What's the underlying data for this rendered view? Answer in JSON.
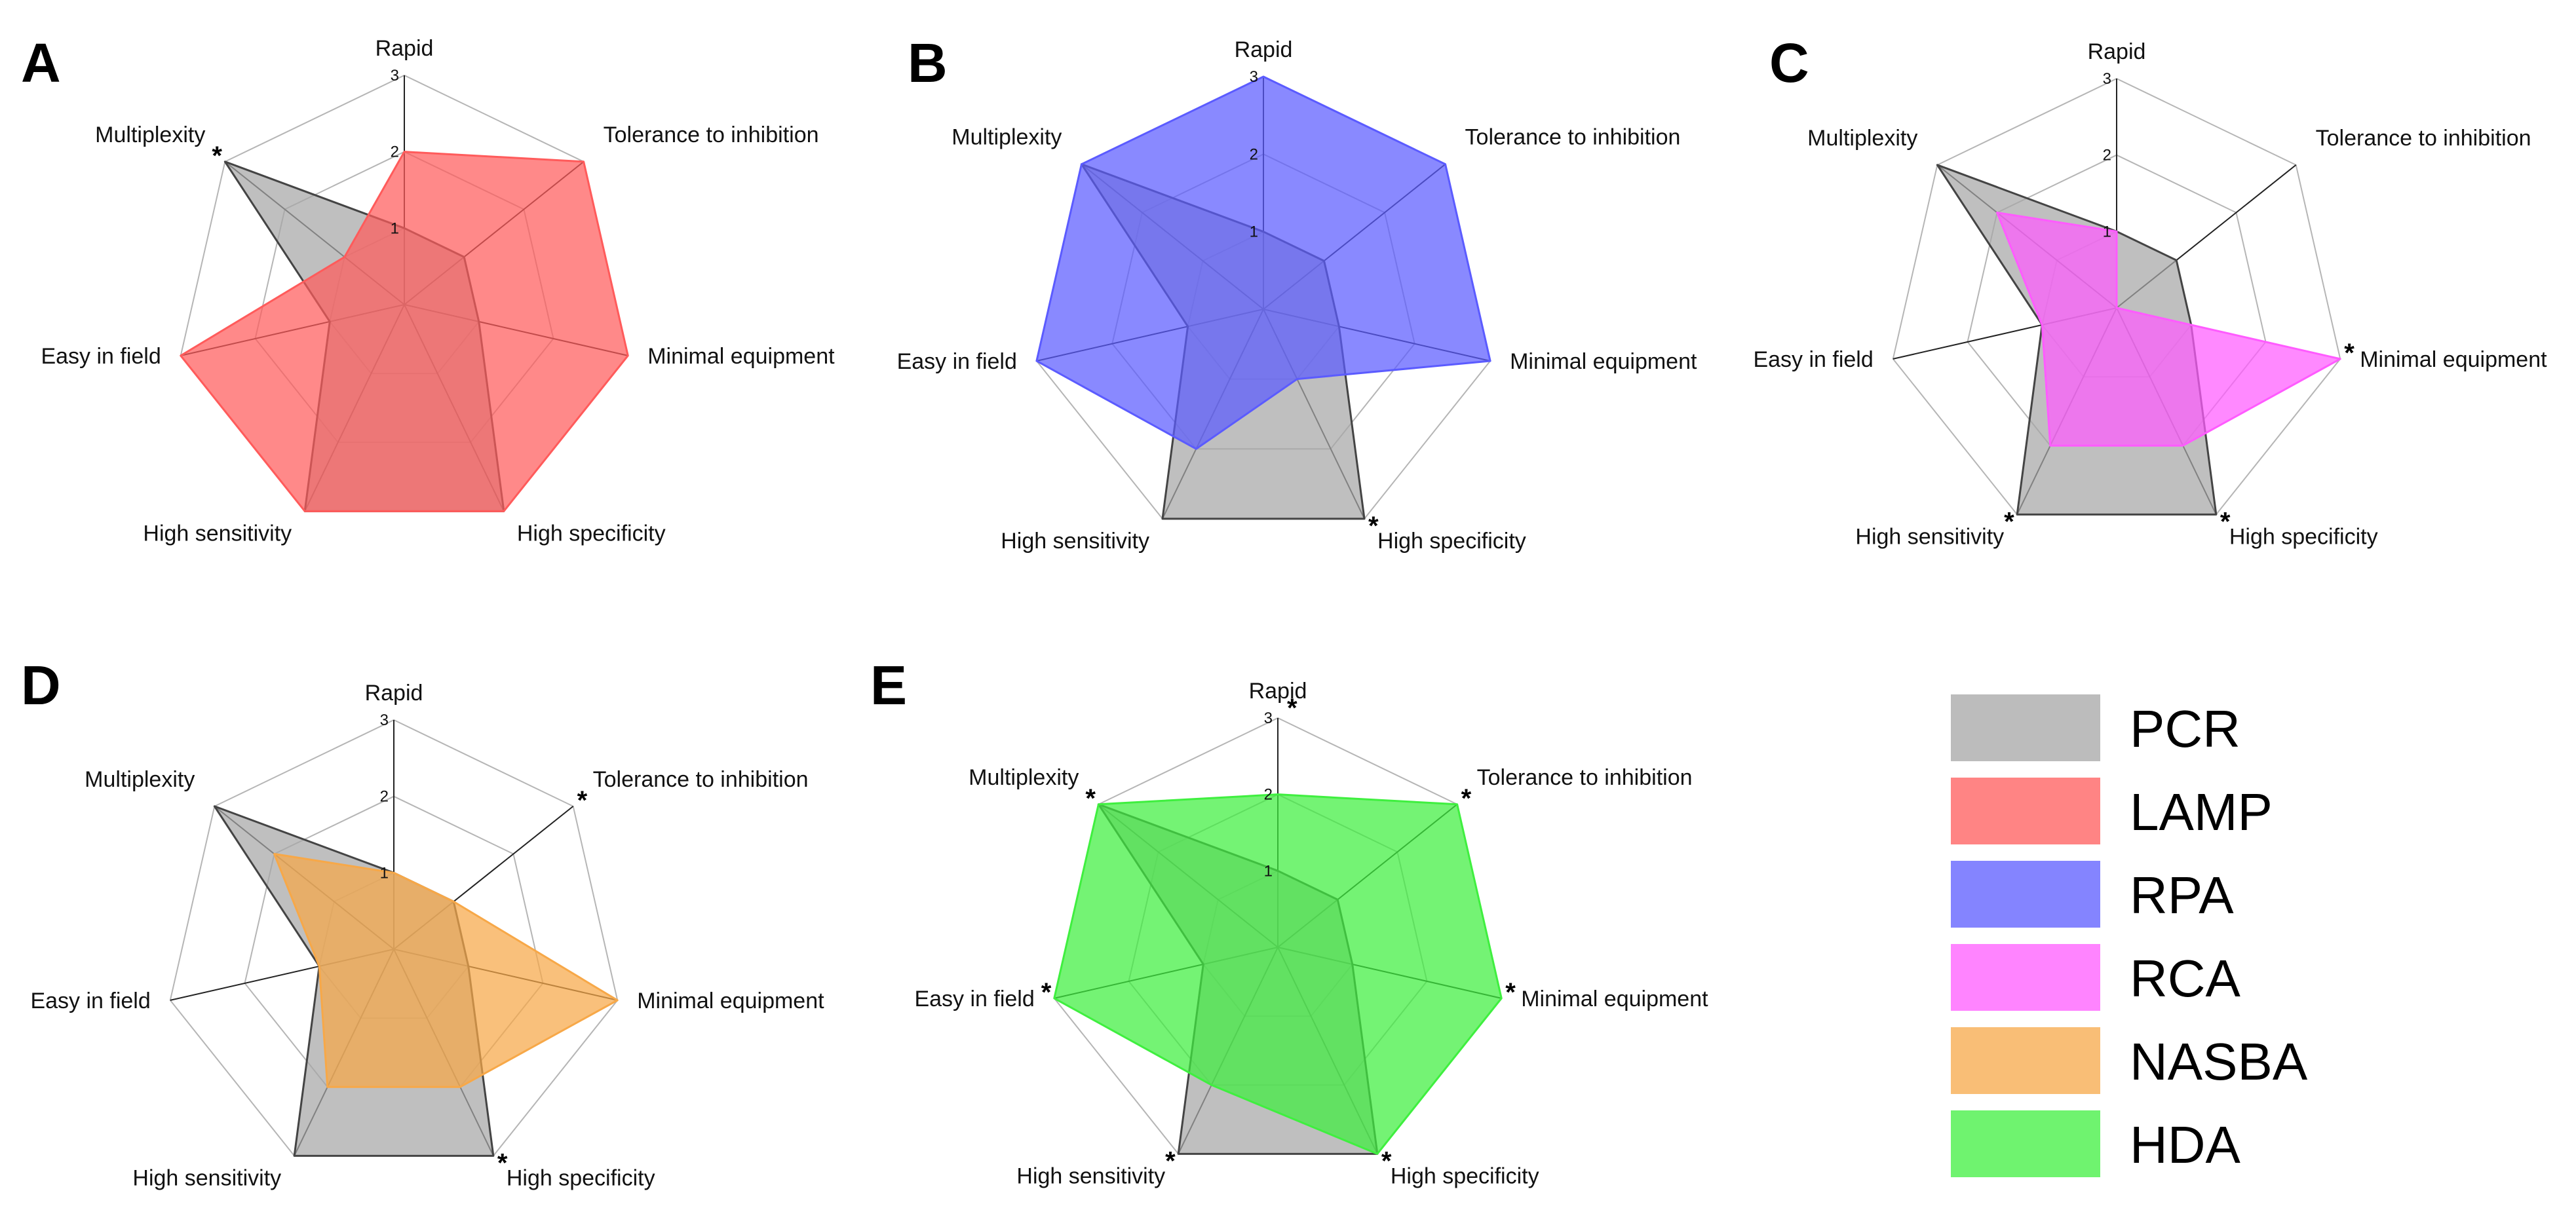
{
  "chart_data": {
    "type": "radar",
    "axes": [
      "Rapid",
      "Tolerance to inhibition",
      "Minimal equipment",
      "High specificity",
      "High sensitivity",
      "Easy in field",
      "Multiplexity"
    ],
    "scale": {
      "min": 0,
      "max": 3,
      "ticks": [
        1,
        2,
        3
      ]
    },
    "colors": {
      "PCR": "#a6a6a6",
      "LAMP": "#ff5b5b",
      "RPA": "#5b5bff",
      "RCA": "#ff5bff",
      "NASBA": "#f7a848",
      "HDA": "#3fef3f"
    },
    "legend": [
      "PCR",
      "LAMP",
      "RPA",
      "RCA",
      "NASBA",
      "HDA"
    ],
    "panels": [
      {
        "letter": "A",
        "series": [
          {
            "name": "PCR",
            "values": [
              1,
              1,
              1,
              3,
              3,
              1,
              3
            ]
          },
          {
            "name": "LAMP",
            "values": [
              2,
              3,
              3,
              3,
              3,
              3,
              1
            ]
          }
        ],
        "stars": [
          "Multiplexity"
        ]
      },
      {
        "letter": "B",
        "series": [
          {
            "name": "PCR",
            "values": [
              1,
              1,
              1,
              3,
              3,
              1,
              3
            ]
          },
          {
            "name": "RPA",
            "values": [
              3,
              3,
              3,
              1,
              2,
              3,
              3
            ]
          }
        ],
        "stars": [
          "High specificity"
        ]
      },
      {
        "letter": "C",
        "series": [
          {
            "name": "PCR",
            "values": [
              1,
              1,
              1,
              3,
              3,
              1,
              3
            ]
          },
          {
            "name": "RCA",
            "values": [
              1,
              0,
              3,
              2,
              2,
              1,
              2
            ]
          }
        ],
        "stars": [
          "Minimal equipment",
          "High specificity",
          "High sensitivity"
        ]
      },
      {
        "letter": "D",
        "series": [
          {
            "name": "PCR",
            "values": [
              1,
              1,
              1,
              3,
              3,
              1,
              3
            ]
          },
          {
            "name": "NASBA",
            "values": [
              1,
              1,
              3,
              2,
              2,
              1,
              2
            ]
          }
        ],
        "stars": [
          "Tolerance to inhibition",
          "High specificity"
        ]
      },
      {
        "letter": "E",
        "series": [
          {
            "name": "PCR",
            "values": [
              1,
              1,
              1,
              3,
              3,
              1,
              3
            ]
          },
          {
            "name": "HDA",
            "values": [
              2,
              3,
              3,
              3,
              2,
              3,
              3
            ]
          }
        ],
        "stars": [
          "Rapid",
          "Tolerance to inhibition",
          "Minimal equipment",
          "High specificity",
          "High sensitivity",
          "Easy in field",
          "Multiplexity"
        ]
      }
    ]
  }
}
